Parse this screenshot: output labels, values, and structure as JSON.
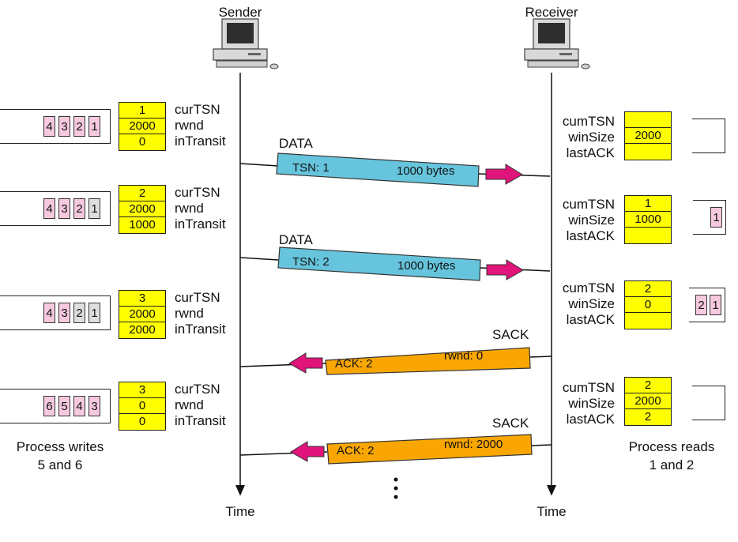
{
  "sender": {
    "title": "Sender",
    "time_label": "Time",
    "process_note": [
      "Process writes",
      "5 and 6"
    ]
  },
  "receiver": {
    "title": "Receiver",
    "time_label": "Time",
    "process_note": [
      "Process reads",
      "1 and 2"
    ]
  },
  "sender_field_labels": [
    "curTSN",
    "rwnd",
    "inTransit"
  ],
  "receiver_field_labels": [
    "cumTSN",
    "winSize",
    "lastACK"
  ],
  "sender_states": [
    {
      "values": [
        "1",
        "2000",
        "0"
      ],
      "queue": [
        {
          "n": "4",
          "c": "pink"
        },
        {
          "n": "3",
          "c": "pink"
        },
        {
          "n": "2",
          "c": "pink"
        },
        {
          "n": "1",
          "c": "pink"
        }
      ]
    },
    {
      "values": [
        "2",
        "2000",
        "1000"
      ],
      "queue": [
        {
          "n": "4",
          "c": "pink"
        },
        {
          "n": "3",
          "c": "pink"
        },
        {
          "n": "2",
          "c": "pink"
        },
        {
          "n": "1",
          "c": "gray"
        }
      ]
    },
    {
      "values": [
        "3",
        "2000",
        "2000"
      ],
      "queue": [
        {
          "n": "4",
          "c": "pink"
        },
        {
          "n": "3",
          "c": "pink"
        },
        {
          "n": "2",
          "c": "gray"
        },
        {
          "n": "1",
          "c": "gray"
        }
      ]
    },
    {
      "values": [
        "3",
        "0",
        "0"
      ],
      "queue": [
        {
          "n": "6",
          "c": "pink"
        },
        {
          "n": "5",
          "c": "pink"
        },
        {
          "n": "4",
          "c": "pink"
        },
        {
          "n": "3",
          "c": "pink"
        }
      ]
    }
  ],
  "receiver_states": [
    {
      "values": [
        "",
        "2000",
        ""
      ],
      "buffer": []
    },
    {
      "values": [
        "1",
        "1000",
        ""
      ],
      "buffer": [
        "1"
      ]
    },
    {
      "values": [
        "2",
        "0",
        ""
      ],
      "buffer": [
        "2",
        "1"
      ]
    },
    {
      "values": [
        "2",
        "2000",
        "2"
      ],
      "buffer": []
    }
  ],
  "packets": [
    {
      "type": "DATA",
      "left": "TSN: 1",
      "right": "1000 bytes"
    },
    {
      "type": "DATA",
      "left": "TSN: 2",
      "right": "1000 bytes"
    },
    {
      "type": "SACK",
      "left": "ACK: 2",
      "right": "rwnd: 0"
    },
    {
      "type": "SACK",
      "left": "ACK: 2",
      "right": "rwnd: 2000"
    }
  ],
  "colors": {
    "data_packet": "#66c5dc",
    "sack_packet": "#f9a603",
    "state_box": "#ffff00",
    "arrow": "#e0147a",
    "queued_chunk": "#f6c9df",
    "sent_chunk": "#dedede"
  },
  "icons": [
    "computer-icon",
    "computer-icon"
  ]
}
